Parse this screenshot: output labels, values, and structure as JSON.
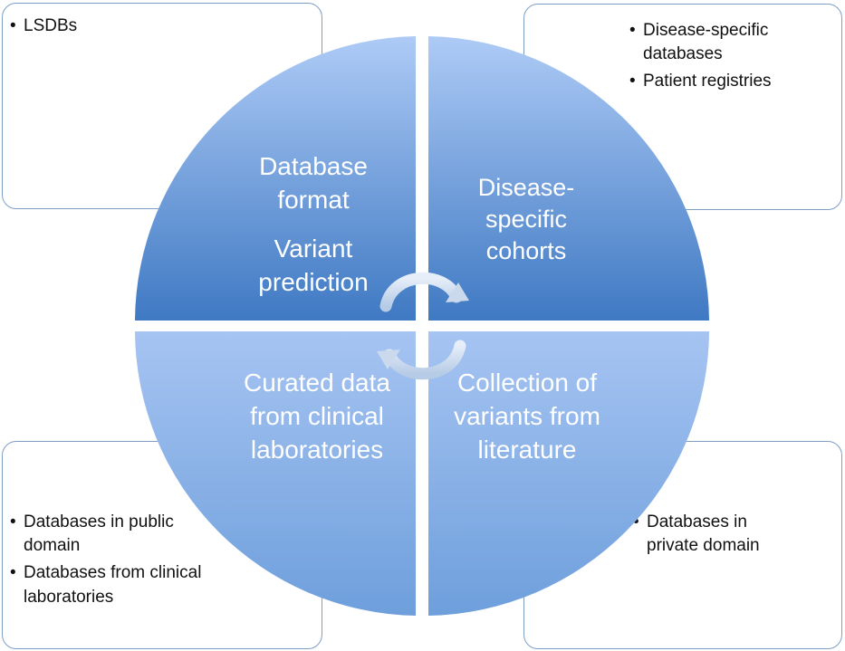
{
  "boxes": {
    "top_left": {
      "items": [
        "LSDBs"
      ]
    },
    "top_right": {
      "items": [
        "Disease-specific databases",
        "Patient registries"
      ]
    },
    "bottom_left": {
      "items": [
        "Databases in public domain",
        "Databases from clinical laboratories"
      ]
    },
    "bottom_right": {
      "items": [
        "Databases in private domain"
      ]
    }
  },
  "quadrants": {
    "top_left": {
      "line1": "Database format",
      "line2": "Variant prediction"
    },
    "top_right": {
      "text": "Disease-specific cohorts"
    },
    "bottom_left": {
      "text": "Curated data from clinical laboratories"
    },
    "bottom_right": {
      "text": "Collection of variants from literature"
    }
  },
  "bullet_glyph": "•",
  "colors": {
    "quadrant_light": "#a9c6f3",
    "quadrant_dark": "#3e79c4",
    "box_border": "#7f9ec6",
    "label_text": "#ffffff"
  }
}
